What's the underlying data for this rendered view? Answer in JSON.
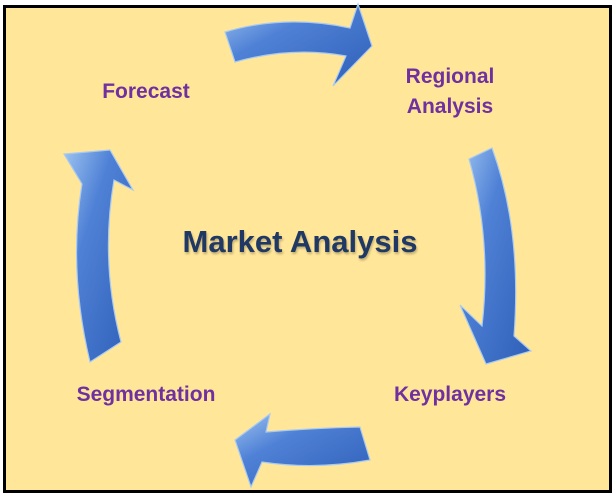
{
  "title": "Market Analysis",
  "stages": [
    "Regional Analysis",
    "Keyplayers",
    "Segmentation",
    "Forecast"
  ],
  "stage_lines": {
    "regional_1": "Regional",
    "regional_2": "Analysis"
  },
  "colors": {
    "background": "#FFE699",
    "arrow": "#4472C4",
    "label": "#7030A0",
    "title": "#1F3864"
  }
}
